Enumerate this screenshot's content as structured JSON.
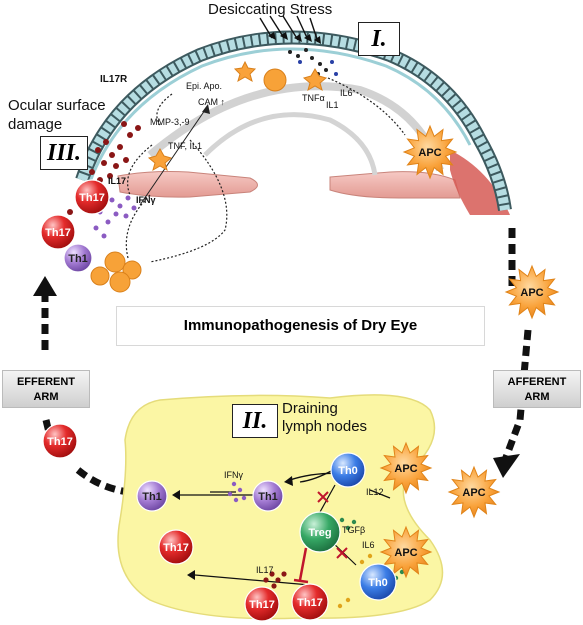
{
  "title": "Immunopathogenesis of Dry Eye",
  "stress": "Desiccating Stress",
  "damage": "Ocular surface\ndamage",
  "roman": {
    "one": "I.",
    "two": "II.",
    "three": "III."
  },
  "nodes_label": "Draining\nlymph nodes",
  "efferent": "EFFERENT\nARM",
  "afferent": "AFFERENT\nARM",
  "cell_labels": {
    "th17": "Th17",
    "th1": "Th1",
    "th0": "Th0",
    "treg": "Treg",
    "apc": "APC"
  },
  "eye_labels": {
    "il17r": "IL17R",
    "epi_apo": "Epi. Apo.",
    "mmp": "MMP-3,-9",
    "cam": "CAM ↑",
    "tnf_il1": "TNF, IL1",
    "il17": "IL17",
    "ifng": "IFNγ",
    "tnfa": "TNFα",
    "il6": "IL6",
    "il1": "IL1"
  },
  "node_labels": {
    "ifng": "IFNγ",
    "il12": "IL12",
    "tgfb": "TGFβ",
    "il6": "IL6",
    "il17": "IL17"
  },
  "colors": {
    "th17": "#e01f1f",
    "th1": "#a277cf",
    "th0": "#2e6fe0",
    "treg": "#2f9a5e",
    "apc": "#f7a238",
    "node": "#fbf5a0",
    "inhibit": "#c0162c"
  }
}
